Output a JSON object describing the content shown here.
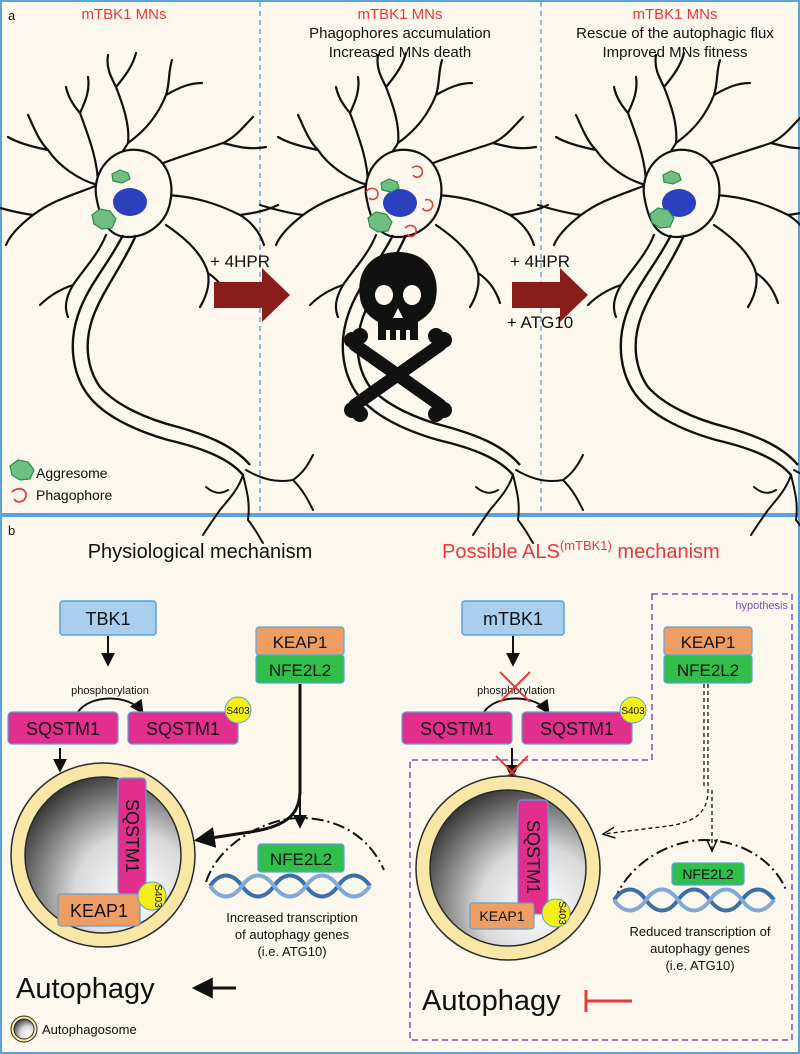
{
  "panel_a": {
    "label": "a",
    "col1": {
      "title": "mTBK1 MNs"
    },
    "col2": {
      "title": "mTBK1 MNs",
      "line1": "Phagophores accumulation",
      "line2": "Increased MNs death"
    },
    "col3": {
      "title": "mTBK1 MNs",
      "line1": "Rescue of the autophagic flux",
      "line2": "Improved MNs fitness"
    },
    "arrow1": {
      "label": "+ 4HPR"
    },
    "arrow2": {
      "label1": "+ 4HPR",
      "label2": "+ ATG10"
    },
    "legend": {
      "aggresome": "Aggresome",
      "phagophore": "Phagophore"
    }
  },
  "panel_b": {
    "label": "b",
    "left": {
      "title": "Physiological mechanism",
      "tbk1": "TBK1",
      "keap1": "KEAP1",
      "nfe2l2": "NFE2L2",
      "phosphorylation": "phosphorylation",
      "sqstm1_a": "SQSTM1",
      "sqstm1_b": "SQSTM1",
      "s403": "S403",
      "vesicle_sqstm1": "SQSTM1",
      "vesicle_keap1": "KEAP1",
      "vesicle_s403": "S403",
      "nucleus_nfe2l2": "NFE2L2",
      "transcription": [
        "Increased transcription",
        "of autophagy genes",
        "(i.e. ATG10)"
      ],
      "autophagy": "Autophagy",
      "legend_autophagosome": "Autophagosome"
    },
    "right": {
      "title_main": "Possible ALS",
      "title_sup": "(mTBK1)",
      "title_end": " mechanism",
      "hypothesis": "hypothesis",
      "mtbk1": "mTBK1",
      "keap1": "KEAP1",
      "nfe2l2": "NFE2L2",
      "phosphorylation": "phosphorylation",
      "sqstm1_a": "SQSTM1",
      "sqstm1_b": "SQSTM1",
      "s403": "S403",
      "vesicle_sqstm1": "SQSTM1",
      "vesicle_keap1": "KEAP1",
      "vesicle_s403": "S403",
      "nucleus_nfe2l2": "NFE2L2",
      "transcription": [
        "Reduced transcription of",
        "autophagy genes",
        "(i.e. ATG10)"
      ],
      "autophagy": "Autophagy"
    }
  },
  "colors": {
    "background": "#fdf8ee",
    "border": "#5ba3d8",
    "red_title": "#e8383a",
    "arrow": "#8b1c1c",
    "tbk1_fill": "#a9cfee",
    "keap1_fill": "#ef9e63",
    "nfe2l2_fill": "#2fbf4a",
    "sqstm1_fill": "#e22e8c",
    "s403_fill": "#f5ee18",
    "nucleus": "#2c3fbd",
    "aggresome": "#6fbf83",
    "phagophore": "#e8383a",
    "hypothesis_box": "#7b4fbf"
  }
}
